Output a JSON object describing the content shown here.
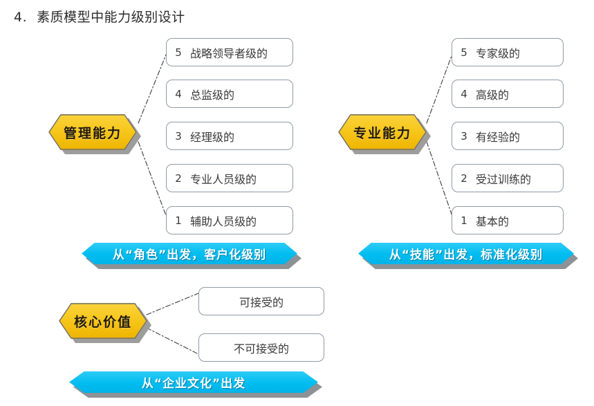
{
  "slide": {
    "number": "4.",
    "title": "素质模型中能力级别设计",
    "background": "#ffffff"
  },
  "colors": {
    "hex_fill_top": "#fbd23c",
    "hex_fill_bottom": "#eeb400",
    "hex_shadow": "#9d9d9d",
    "banner_fill": "#00bdf0",
    "banner_shadow": "#8d9296",
    "box_border": "#8f9aa8",
    "connector_line": "#3a3a3a",
    "text": "#3a3a3a"
  },
  "groups": [
    {
      "id": "management",
      "hex_label": "管理能力",
      "banner_label": "从“角色”出发，客户化级别",
      "levels": [
        {
          "num": "5",
          "text": "战略领导者级的"
        },
        {
          "num": "4",
          "text": "总监级的"
        },
        {
          "num": "3",
          "text": "经理级的"
        },
        {
          "num": "2",
          "text": "专业人员级的"
        },
        {
          "num": "1",
          "text": "辅助人员级的"
        }
      ]
    },
    {
      "id": "professional",
      "hex_label": "专业能力",
      "banner_label": "从“技能”出发，标准化级别",
      "levels": [
        {
          "num": "5",
          "text": "专家级的"
        },
        {
          "num": "4",
          "text": "高级的"
        },
        {
          "num": "3",
          "text": "有经验的"
        },
        {
          "num": "2",
          "text": "受过训练的"
        },
        {
          "num": "1",
          "text": "基本的"
        }
      ]
    },
    {
      "id": "core-value",
      "hex_label": "核心价值",
      "banner_label": "从“企业文化”出发",
      "levels": [
        {
          "num": "",
          "text": "可接受的"
        },
        {
          "num": "",
          "text": "不可接受的"
        }
      ]
    }
  ]
}
